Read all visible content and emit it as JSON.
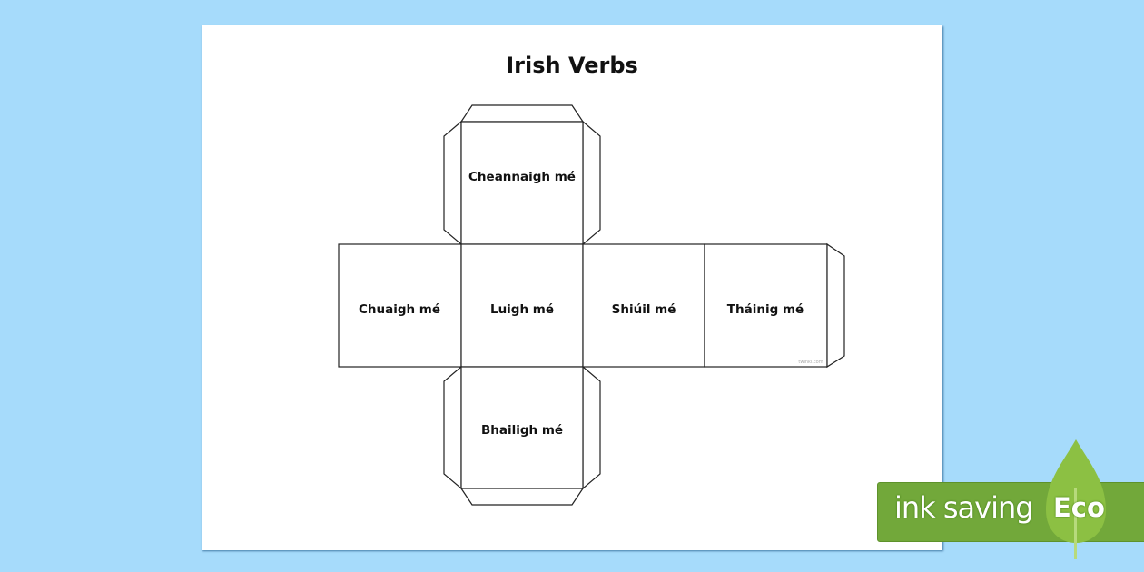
{
  "document": {
    "title": "Irish Verbs",
    "faces": {
      "top": "Cheannaigh mé",
      "left": "Chuaigh mé",
      "center": "Luigh mé",
      "right": "Shiúil mé",
      "far_right": "Tháinig mé",
      "bottom": "Bhailigh mé"
    },
    "watermark": "twinkl.com"
  },
  "badge": {
    "label": "ink saving",
    "eco": "Eco",
    "color": "#72a83a"
  }
}
